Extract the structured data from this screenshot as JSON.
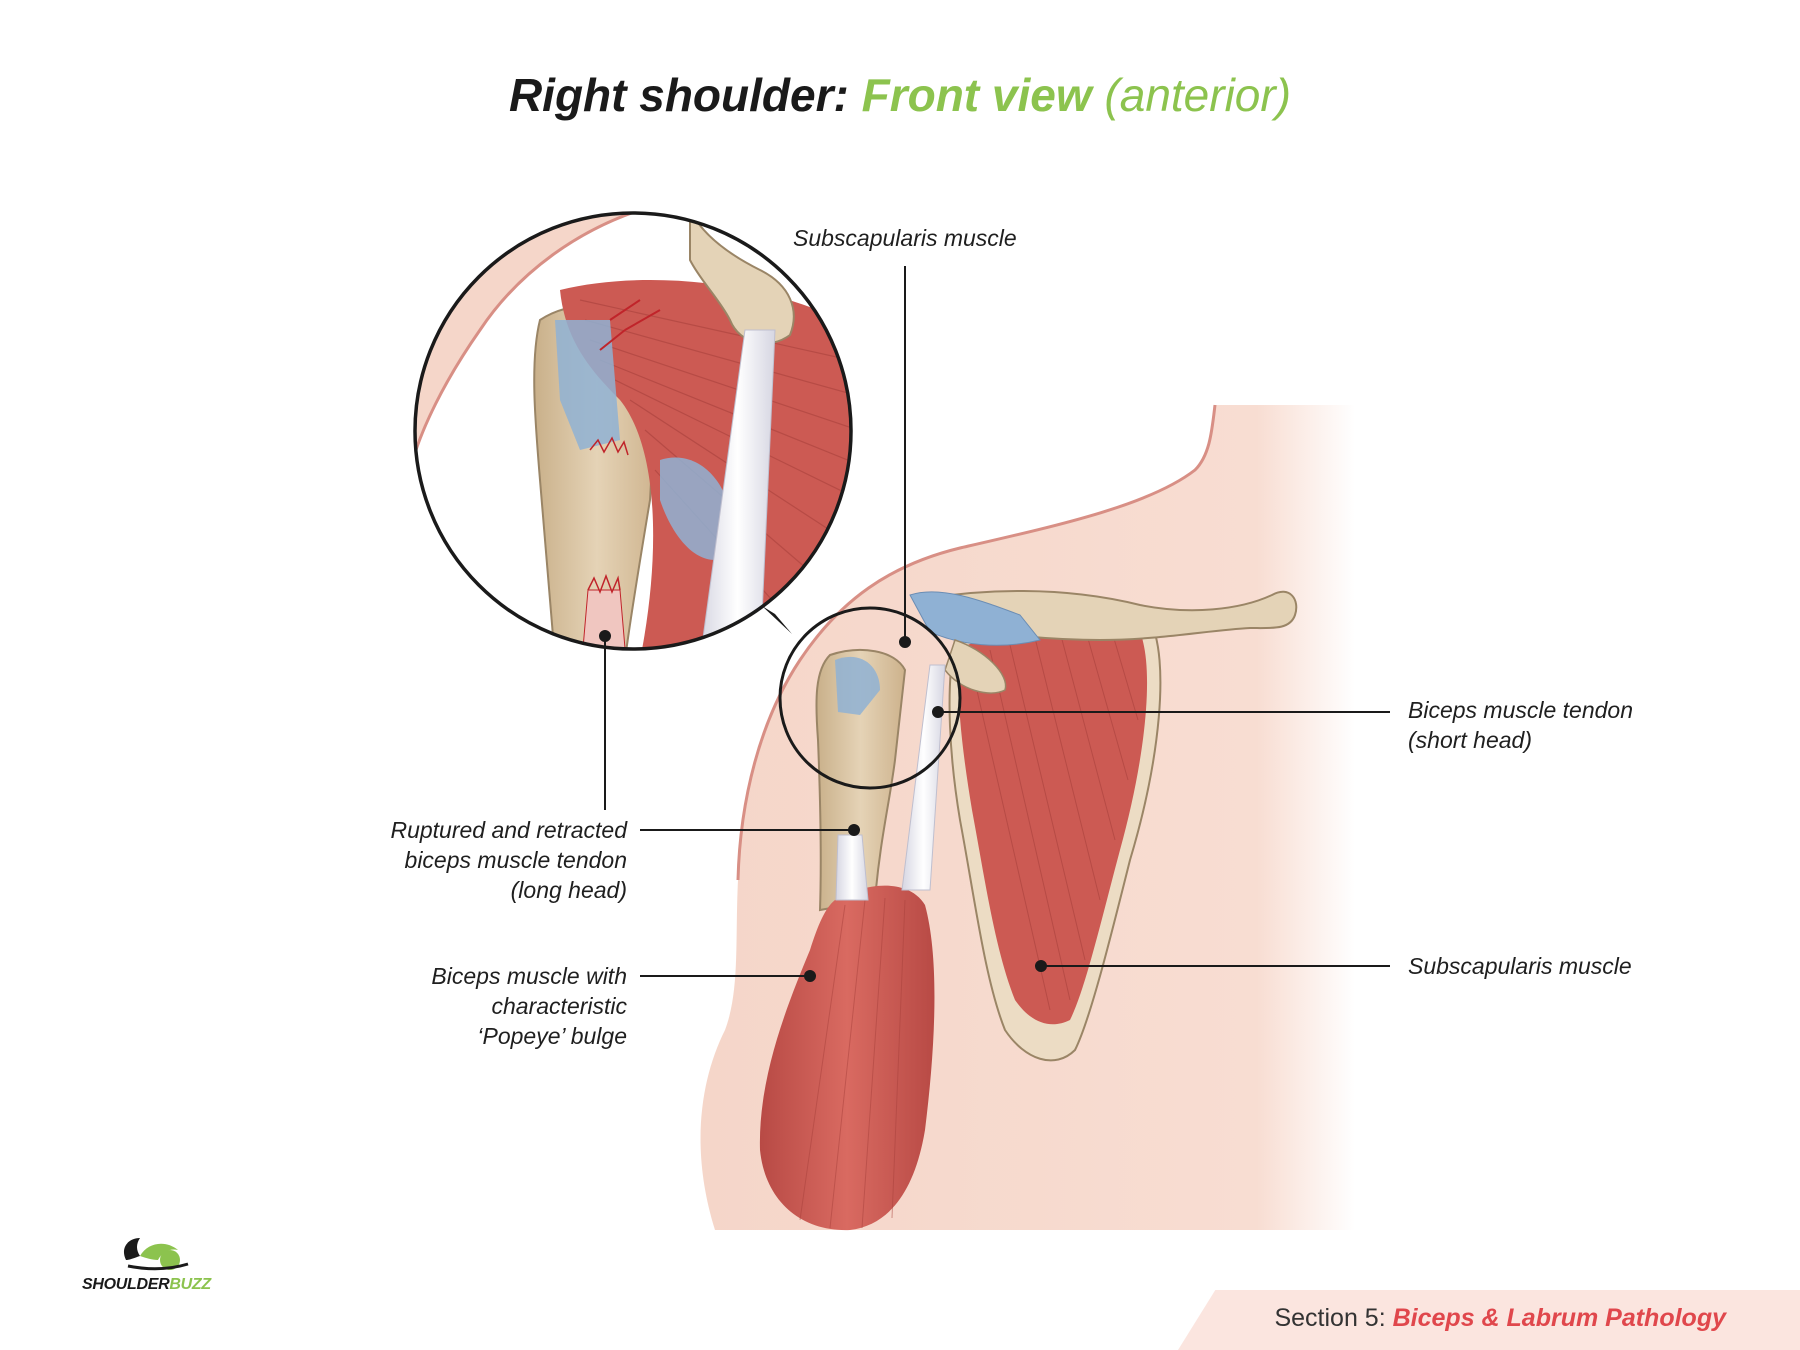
{
  "title": {
    "main": "Right shoulder",
    "colon": ":",
    "view": "Front view",
    "qualifier": "(anterior)"
  },
  "labels": {
    "subscapularis_top": "Subscapularis muscle",
    "biceps_short": [
      "Biceps muscle tendon",
      "(short head)"
    ],
    "ruptured": [
      "Ruptured and retracted",
      "biceps muscle tendon",
      "(long head)"
    ],
    "biceps_bulge": [
      "Biceps muscle with",
      "characteristic",
      "‘Popeye’ bulge"
    ],
    "subscapularis_right": "Subscapularis muscle"
  },
  "logo": {
    "part1": "SHOULDER",
    "part2": "BUZZ",
    "icon": "shoulderbuzz-logo-icon"
  },
  "footer": {
    "prefix": "Section 5:",
    "section": "Biceps & Labrum Pathology"
  },
  "colors": {
    "accent_green": "#8cc34e",
    "accent_red": "#e0474c",
    "skin": "#f5d6c9",
    "muscle": "#cc5a53",
    "bone": "#dcc6a3",
    "tendon": "#f1f1f5",
    "ligament": "#8fb1d4"
  }
}
